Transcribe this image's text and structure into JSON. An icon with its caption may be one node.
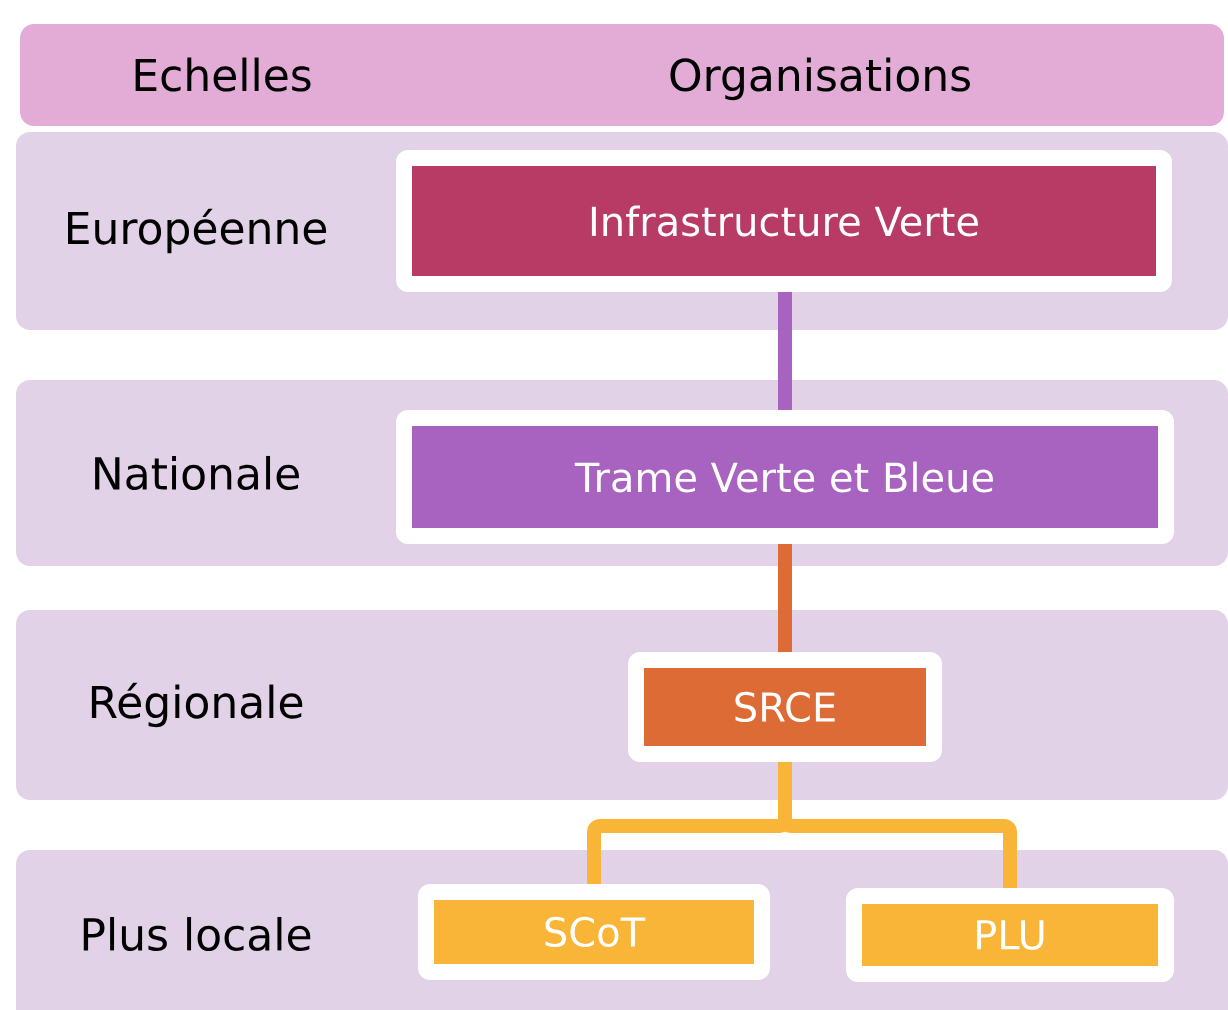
{
  "diagram": {
    "nodes": [
      {
        "text": [
          "Echelles",
          "Organisations"
        ]
      },
      {
        "text": [
          "Européenne"
        ]
      },
      {
        "text": [
          "Infrastructure Verte"
        ],
        "in": 1
      },
      {
        "text": [
          "Nationale"
        ]
      },
      {
        "text": [
          "Trame Verte et Bleue"
        ],
        "in": 3
      },
      {
        "text": [
          "Régionale"
        ]
      },
      {
        "text": [
          "SRCE"
        ],
        "in": 5
      },
      {
        "text": [
          "Plus locale"
        ]
      },
      {
        "text": [
          "SCoT"
        ],
        "in": 7
      },
      {
        "text": [
          "PLU"
        ],
        "in": 7
      }
    ],
    "edges": [
      {
        "from": 2,
        "to": 4,
        "arrow": "none",
        "color": "#a862c0"
      },
      {
        "from": 4,
        "to": 6,
        "arrow": "none",
        "color": "#dd6b35"
      },
      {
        "from": 6,
        "to": 8,
        "arrow": "none",
        "color": "#f8b538"
      },
      {
        "from": 6,
        "to": 9,
        "arrow": "none",
        "color": "#f8b538"
      }
    ]
  }
}
